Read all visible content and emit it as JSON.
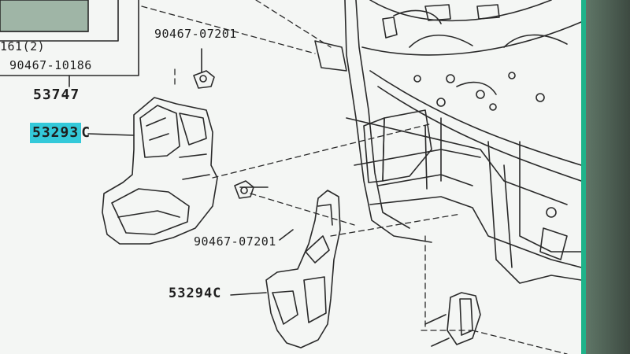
{
  "callouts": {
    "top_cut": "161(2)",
    "p1": "90467-10186",
    "p2": "53747",
    "p3": "90467-07201",
    "p4_main": "53293",
    "p4_suffix": "C",
    "p5": "90467-07201",
    "p6": "53294C"
  },
  "colors": {
    "highlight": "#33c9d9",
    "screen_bg": "#f4f6f4",
    "ink": "#1e1e1e",
    "bezel_accent": "#1fb38a"
  }
}
